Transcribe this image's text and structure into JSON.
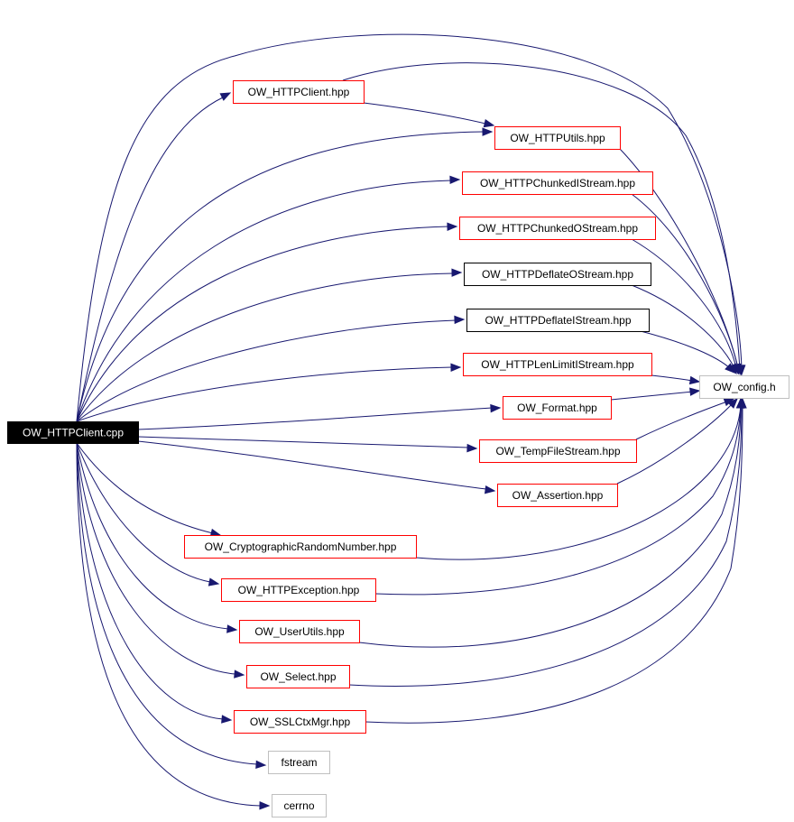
{
  "diagram": {
    "colors": {
      "edge": "#191970",
      "root_fill": "#000000",
      "root_text": "#ffffff",
      "linked_border": "#ff0000",
      "plain_border": "#000000",
      "external_border": "#bfbfbf"
    },
    "nodes": {
      "root": {
        "label": "OW_HTTPClient.cpp",
        "kind": "root"
      },
      "http_client_hpp": {
        "label": "OW_HTTPClient.hpp",
        "kind": "linked"
      },
      "http_utils_hpp": {
        "label": "OW_HTTPUtils.hpp",
        "kind": "linked"
      },
      "chunked_istream": {
        "label": "OW_HTTPChunkedIStream.hpp",
        "kind": "linked"
      },
      "chunked_ostream": {
        "label": "OW_HTTPChunkedOStream.hpp",
        "kind": "linked"
      },
      "deflate_ostream": {
        "label": "OW_HTTPDeflateOStream.hpp",
        "kind": "plain"
      },
      "deflate_istream": {
        "label": "OW_HTTPDeflateIStream.hpp",
        "kind": "plain"
      },
      "lenlimit_istream": {
        "label": "OW_HTTPLenLimitIStream.hpp",
        "kind": "linked"
      },
      "config_h": {
        "label": "OW_config.h",
        "kind": "external"
      },
      "format_hpp": {
        "label": "OW_Format.hpp",
        "kind": "linked"
      },
      "tempfile_stream": {
        "label": "OW_TempFileStream.hpp",
        "kind": "linked"
      },
      "assertion_hpp": {
        "label": "OW_Assertion.hpp",
        "kind": "linked"
      },
      "crypto_random": {
        "label": "OW_CryptographicRandomNumber.hpp",
        "kind": "linked"
      },
      "http_exception": {
        "label": "OW_HTTPException.hpp",
        "kind": "linked"
      },
      "user_utils": {
        "label": "OW_UserUtils.hpp",
        "kind": "linked"
      },
      "select_hpp": {
        "label": "OW_Select.hpp",
        "kind": "linked"
      },
      "sslctx_mgr": {
        "label": "OW_SSLCtxMgr.hpp",
        "kind": "linked"
      },
      "fstream": {
        "label": "fstream",
        "kind": "external"
      },
      "cerrno": {
        "label": "cerrno",
        "kind": "external"
      }
    }
  }
}
